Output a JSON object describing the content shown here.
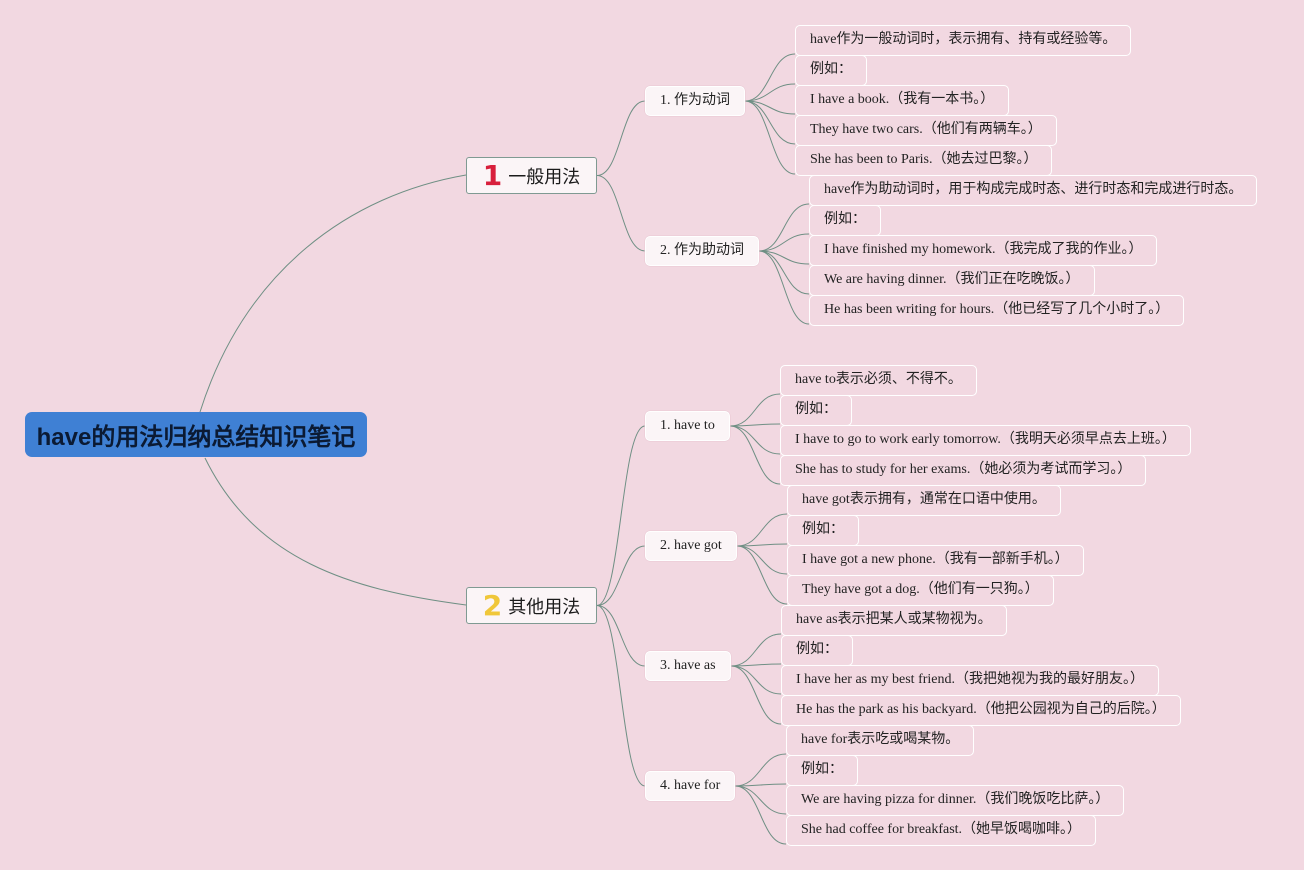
{
  "root": "have的用法归纳总结知识笔记",
  "branches": [
    {
      "number": "1",
      "label": "一般用法",
      "topics": [
        {
          "label": "1. 作为动词",
          "items": [
            "have作为一般动词时，表示拥有、持有或经验等。",
            "例如：",
            "I have a book.（我有一本书。）",
            "They have two cars.（他们有两辆车。）",
            "She has been to Paris.（她去过巴黎。）"
          ]
        },
        {
          "label": "2. 作为助动词",
          "items": [
            "have作为助动词时，用于构成完成时态、进行时态和完成进行时态。",
            "例如：",
            "I have finished my homework.（我完成了我的作业。）",
            "We are having dinner.（我们正在吃晚饭。）",
            "He has been writing for hours.（他已经写了几个小时了。）"
          ]
        }
      ]
    },
    {
      "number": "2",
      "label": "其他用法",
      "topics": [
        {
          "label": "1. have to",
          "items": [
            "have to表示必须、不得不。",
            "例如：",
            "I have to go to work early tomorrow.（我明天必须早点去上班。）",
            "She has to study for her exams.（她必须为考试而学习。）"
          ]
        },
        {
          "label": "2. have got",
          "items": [
            "have got表示拥有，通常在口语中使用。",
            "例如：",
            "I have got a new phone.（我有一部新手机。）",
            "They have got a dog.（他们有一只狗。）"
          ]
        },
        {
          "label": "3. have as",
          "items": [
            "have as表示把某人或某物视为。",
            "例如：",
            "I have her as my best friend.（我把她视为我的最好朋友。）",
            "He has the park as his backyard.（他把公园视为自己的后院。）"
          ]
        },
        {
          "label": "4. have for",
          "items": [
            "have for表示吃或喝某物。",
            "例如：",
            "We are having pizza for dinner.（我们晚饭吃比萨。）",
            "She had coffee for breakfast.（她早饭喝咖啡。）"
          ]
        }
      ]
    }
  ]
}
